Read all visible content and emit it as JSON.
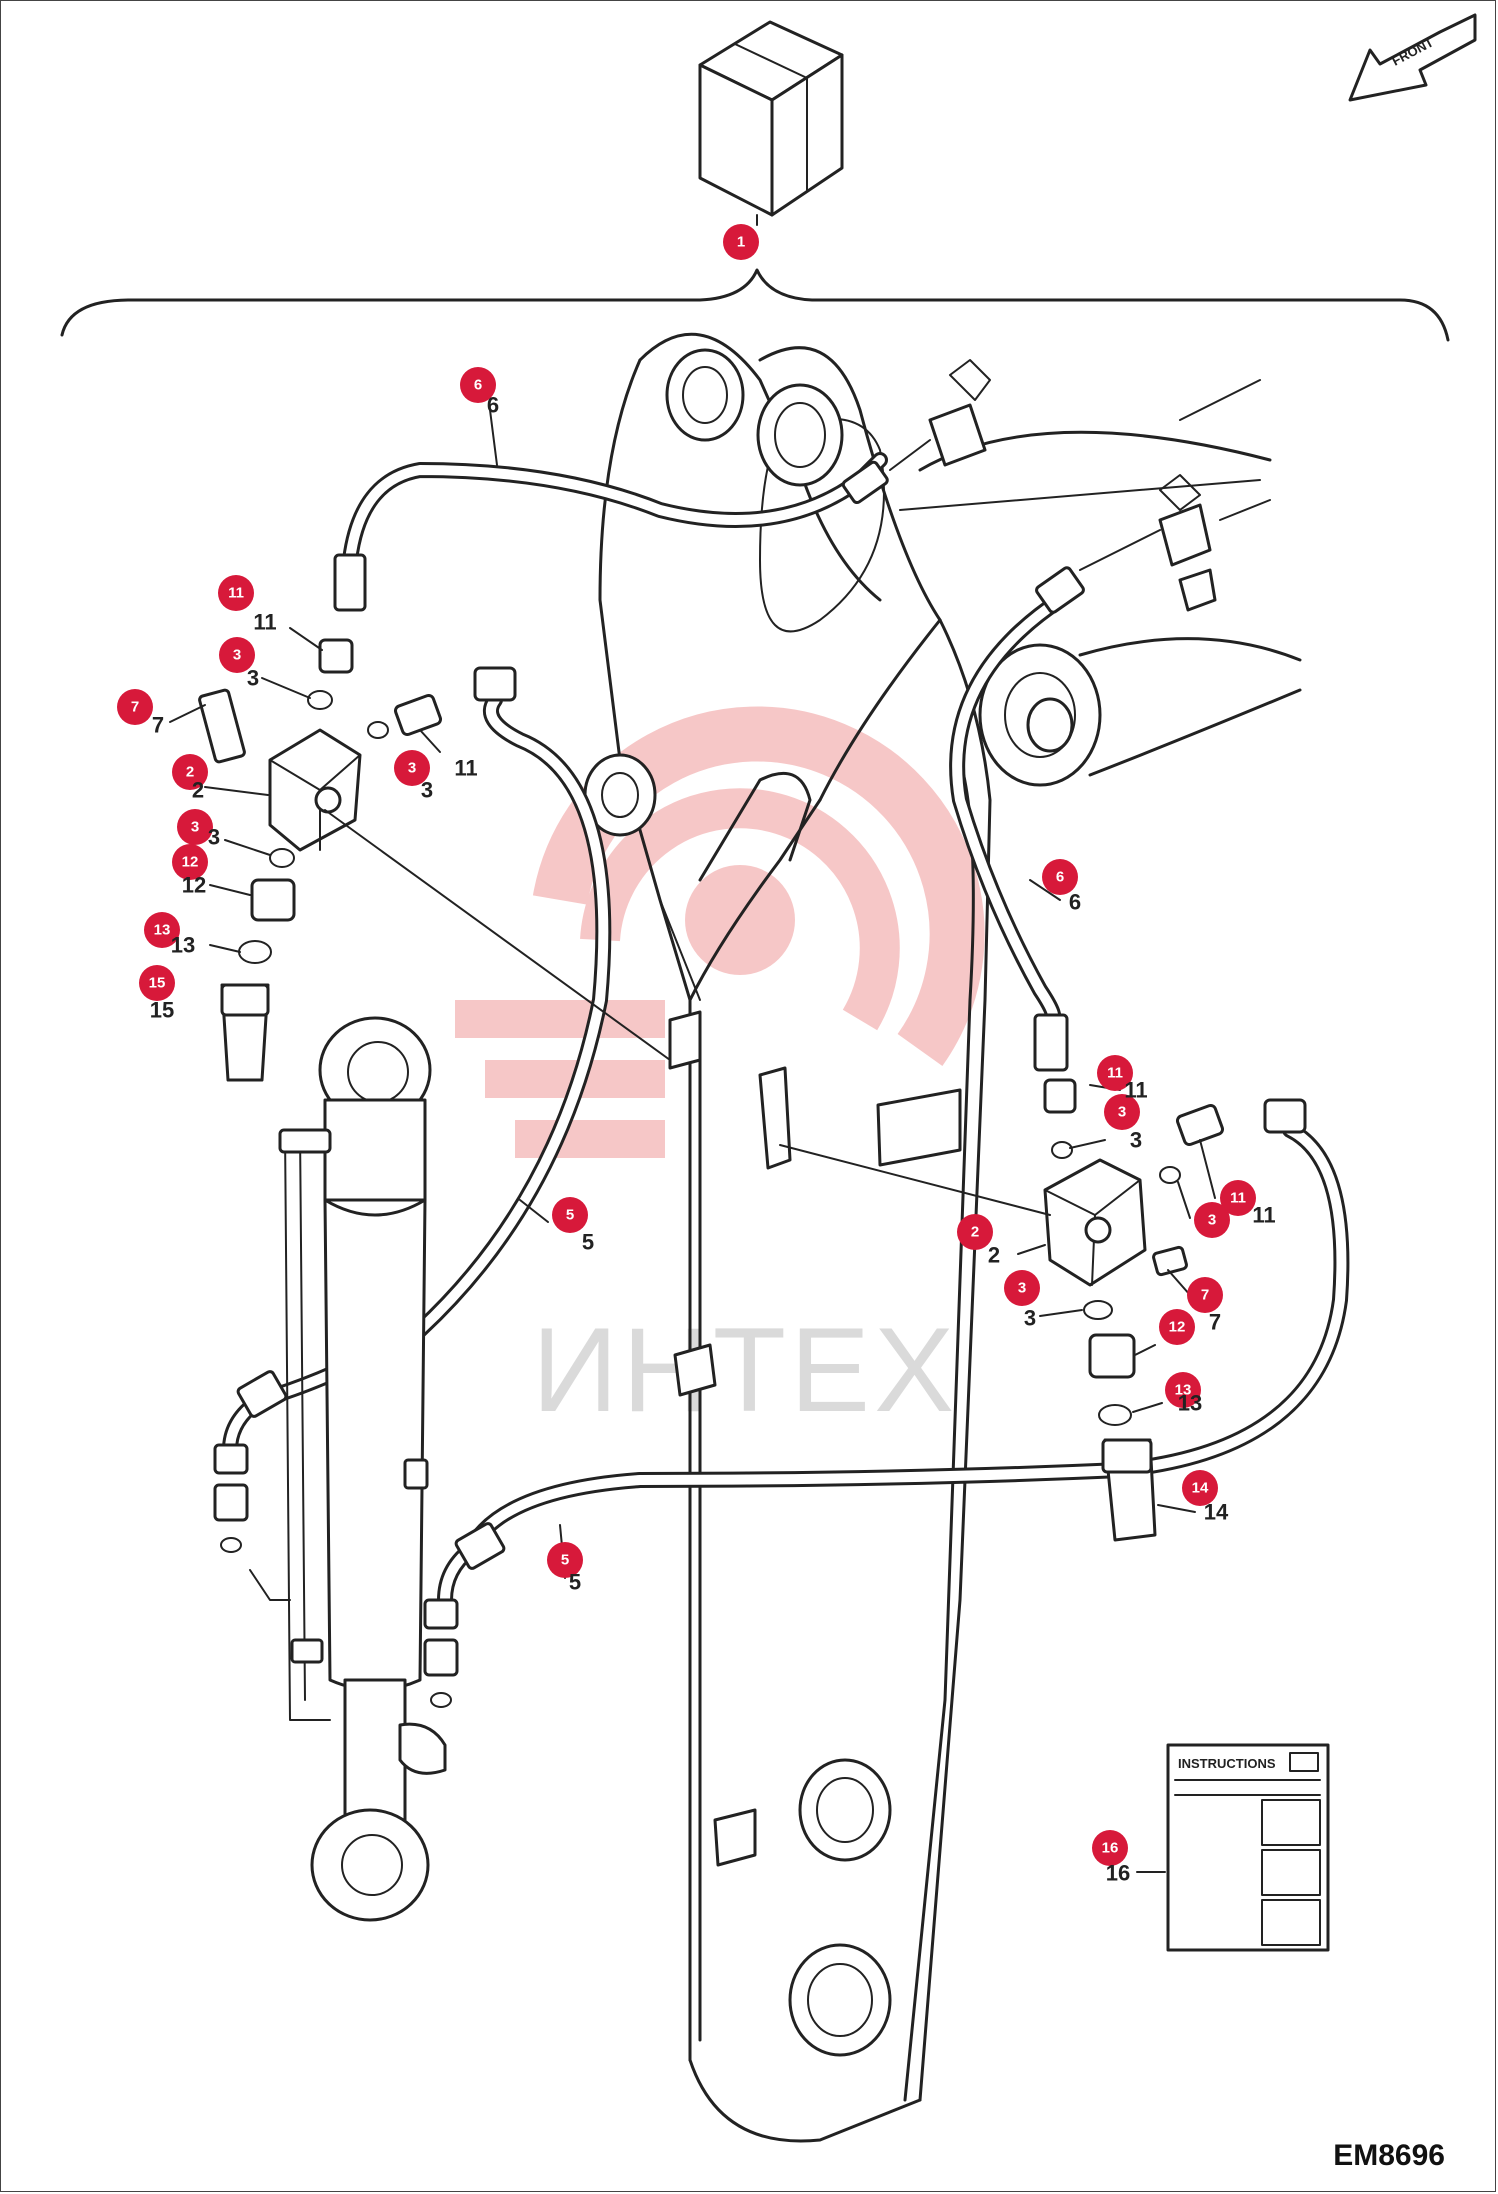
{
  "drawing_code": "EM8696",
  "watermark": "ИНТЕХ",
  "front_arrow_label": "FRONT",
  "instructions_label": "INSTRUCTIONS",
  "colors": {
    "callout": "#d7193a",
    "line": "#222222",
    "watermark": "#f3b5b5"
  },
  "callouts": [
    {
      "id": "c1",
      "num": "1"
    },
    {
      "id": "c6a",
      "num": "6"
    },
    {
      "id": "c11a",
      "num": "11"
    },
    {
      "id": "c3a",
      "num": "3"
    },
    {
      "id": "c7a",
      "num": "7"
    },
    {
      "id": "c2a",
      "num": "2"
    },
    {
      "id": "c3b",
      "num": "3"
    },
    {
      "id": "c3c",
      "num": "3"
    },
    {
      "id": "c12a",
      "num": "12"
    },
    {
      "id": "c13a",
      "num": "13"
    },
    {
      "id": "c15",
      "num": "15"
    },
    {
      "id": "c6b",
      "num": "6"
    },
    {
      "id": "c5a",
      "num": "5"
    },
    {
      "id": "c11b",
      "num": "11"
    },
    {
      "id": "c3d",
      "num": "3"
    },
    {
      "id": "c11c",
      "num": "11"
    },
    {
      "id": "c3e",
      "num": "3"
    },
    {
      "id": "c2b",
      "num": "2"
    },
    {
      "id": "c7b",
      "num": "7"
    },
    {
      "id": "c3f",
      "num": "3"
    },
    {
      "id": "c12b",
      "num": "12"
    },
    {
      "id": "c13b",
      "num": "13"
    },
    {
      "id": "c14",
      "num": "14"
    },
    {
      "id": "c5b",
      "num": "5"
    },
    {
      "id": "c16",
      "num": "16"
    }
  ],
  "labels": [
    {
      "id": "l6a",
      "text": "6"
    },
    {
      "id": "l11a",
      "text": "11"
    },
    {
      "id": "l3a",
      "text": "3"
    },
    {
      "id": "l7a",
      "text": "7"
    },
    {
      "id": "l2a",
      "text": "2"
    },
    {
      "id": "l3b",
      "text": "3"
    },
    {
      "id": "l11d",
      "text": "11"
    },
    {
      "id": "l3c",
      "text": "3"
    },
    {
      "id": "l12a",
      "text": "12"
    },
    {
      "id": "l13a",
      "text": "13"
    },
    {
      "id": "l15",
      "text": "15"
    },
    {
      "id": "l6b",
      "text": "6"
    },
    {
      "id": "l5a",
      "text": "5"
    },
    {
      "id": "l11b",
      "text": "11"
    },
    {
      "id": "l3d",
      "text": "3"
    },
    {
      "id": "l11c",
      "text": "11"
    },
    {
      "id": "l2b",
      "text": "2"
    },
    {
      "id": "l3f",
      "text": "3"
    },
    {
      "id": "l7b",
      "text": "7"
    },
    {
      "id": "l13b",
      "text": "13"
    },
    {
      "id": "l14",
      "text": "14"
    },
    {
      "id": "l5b",
      "text": "5"
    },
    {
      "id": "l16",
      "text": "16"
    }
  ]
}
